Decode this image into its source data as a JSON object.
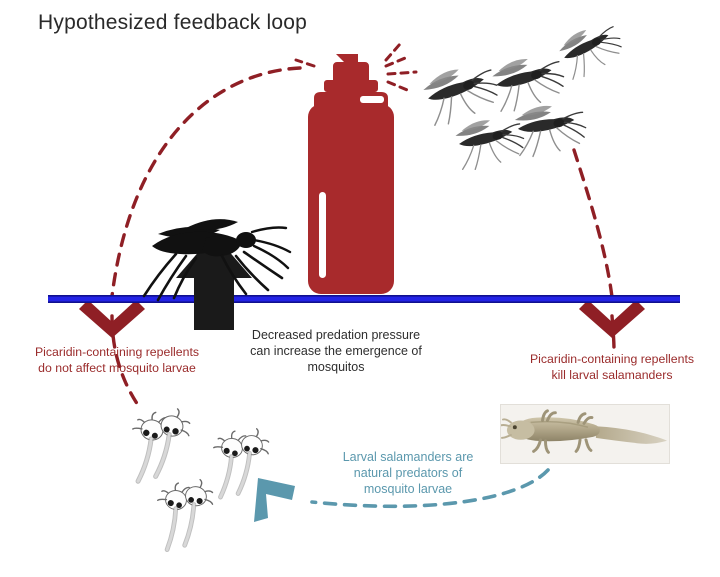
{
  "figure": {
    "title": "Hypothesized feedback loop",
    "background_color": "#ffffff"
  },
  "colors": {
    "dark_red": "#8f1f25",
    "bottle_red": "#a82a2c",
    "red_text": "#9a2b2b",
    "waterline_blue": "#2323e6",
    "teal": "#5b98ad",
    "black_arrow": "#1a1a1a",
    "title_text": "#2a2a2a",
    "body_text": "#2e2e2e"
  },
  "labels": {
    "left": "Picaridin-containing repellents\ndo not affect mosquito larvae",
    "right": "Picaridin-containing repellents\nkill larval salamanders",
    "center": "Decreased predation pressure\ncan increase the emergence of\nmosquitos",
    "teal": "Larval salamanders are\nnatural predators of\nmosquito larvae"
  },
  "elements": {
    "spray_bottle": "spray-bottle-icon",
    "waterline": "waterline",
    "adult_mosquito_silhouette": "adult-mosquito-silhouette",
    "black_up_arrow": "black-up-arrow",
    "mosquito_swarm_count": 5,
    "larvae_cluster_count": 3,
    "salamander_photo": "larval-salamander-photo",
    "left_red_arrow": "red-dashed-arc-left",
    "right_red_arrow": "red-dashed-arc-right",
    "teal_arrow": "teal-dashed-arc",
    "left_chevron": "red-chevron-down-left",
    "right_chevron": "red-chevron-down-right",
    "teal_chevron": "teal-chevron-left"
  }
}
